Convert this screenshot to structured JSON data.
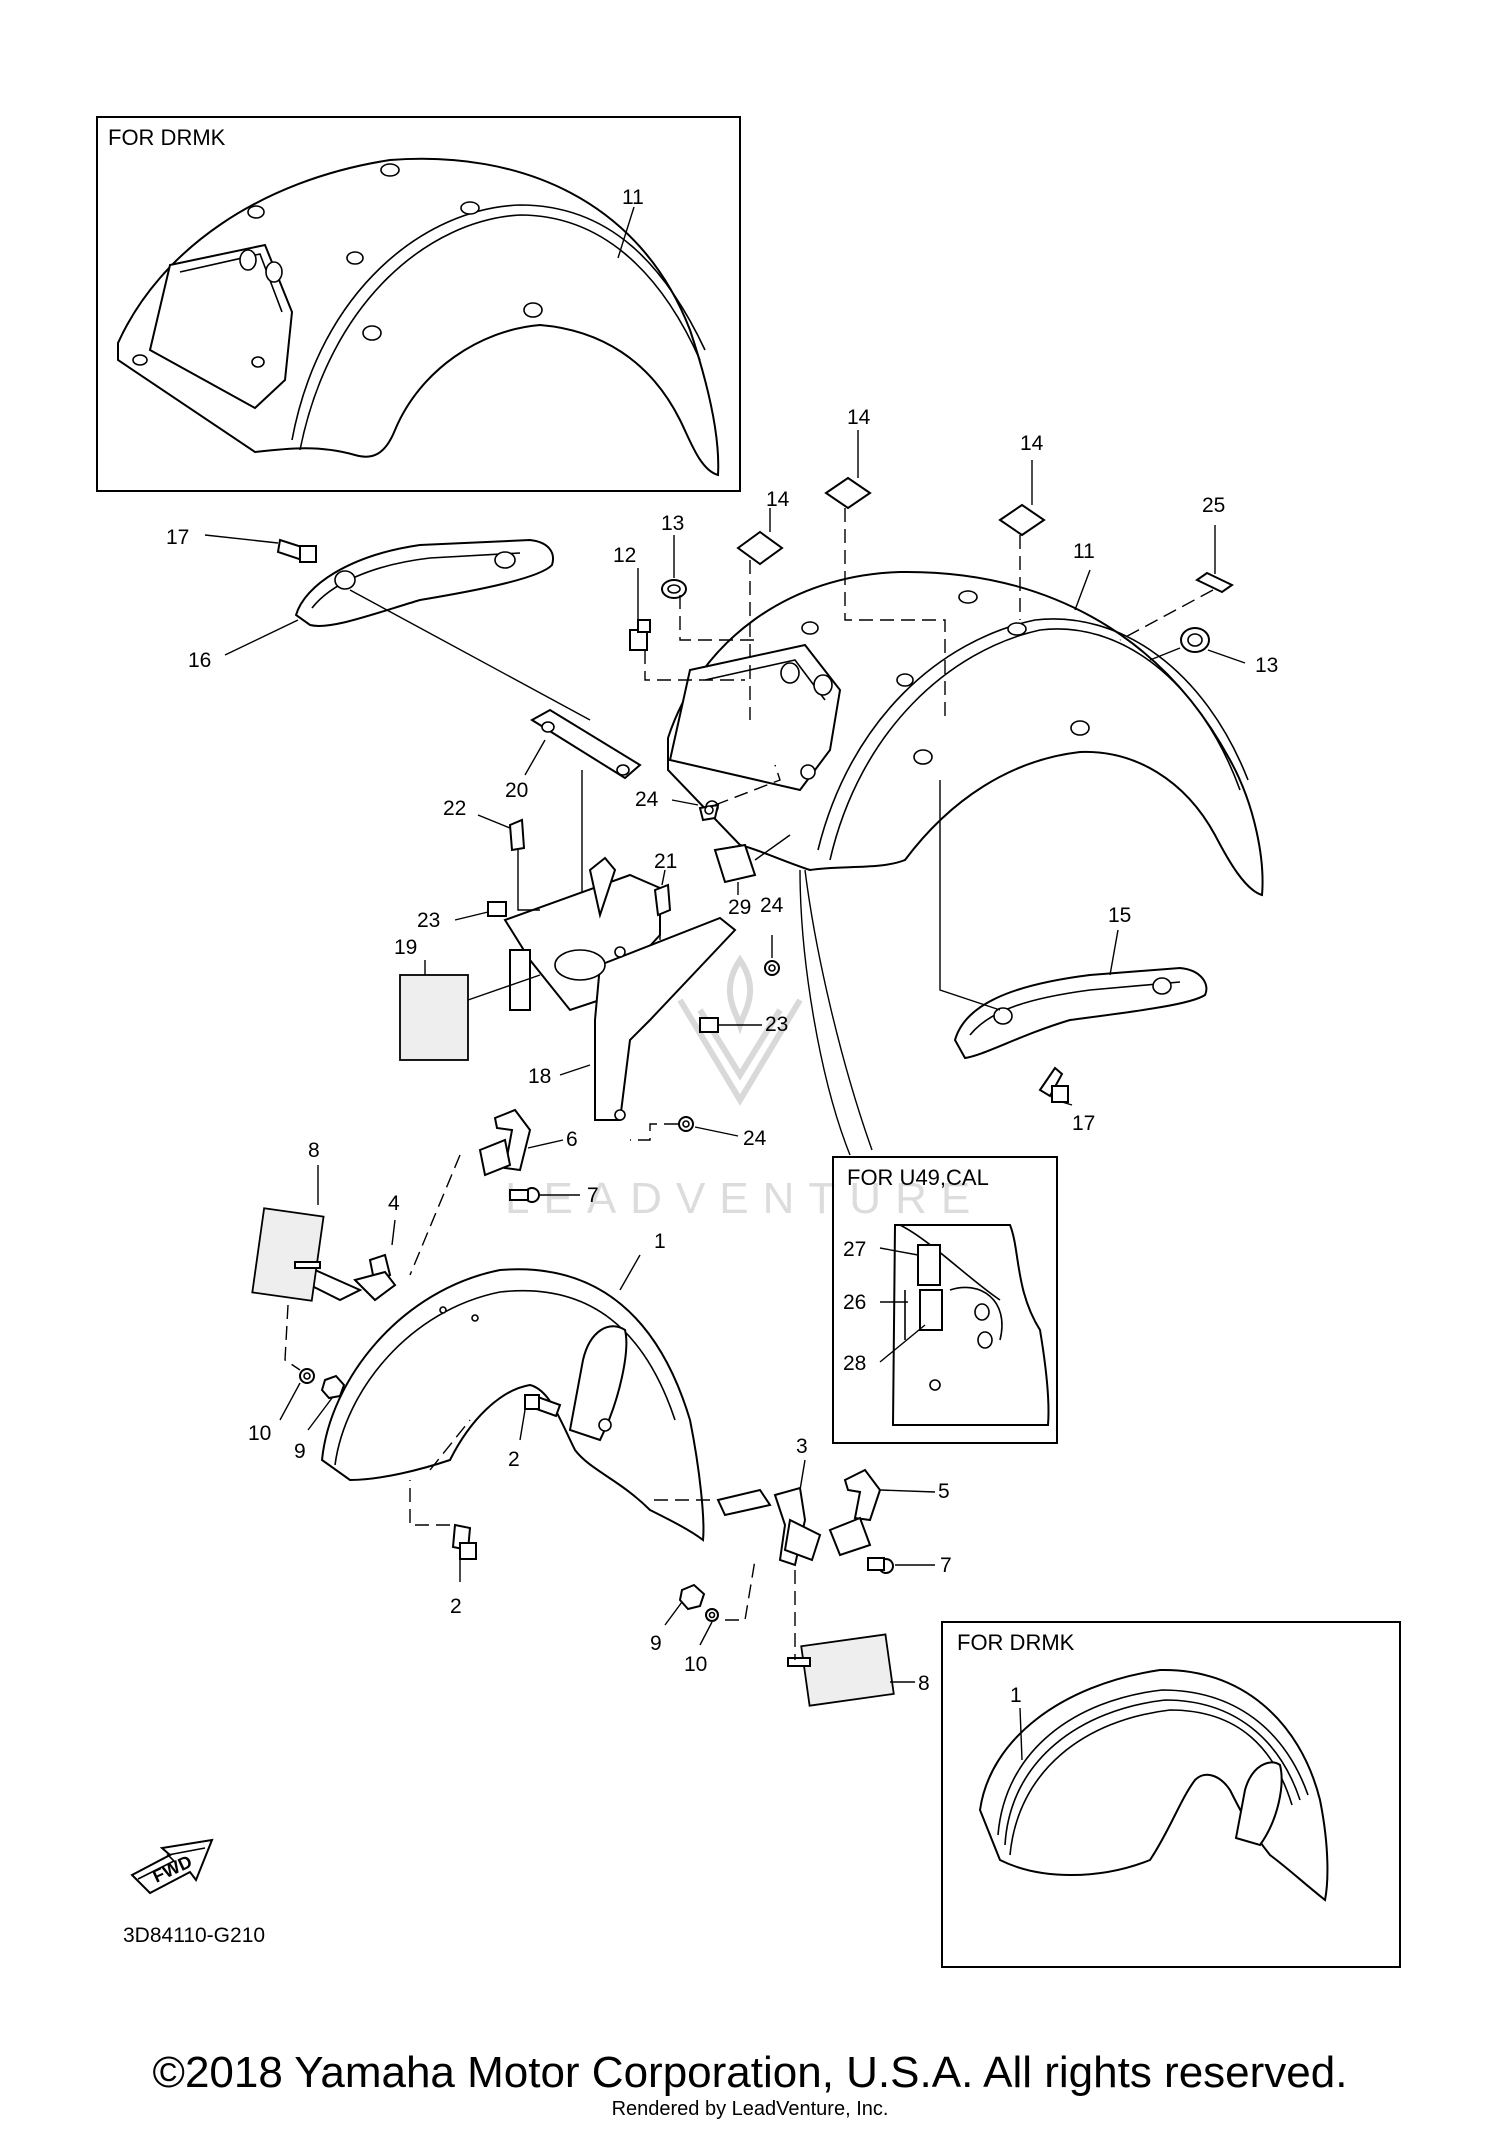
{
  "diagram": {
    "ref_code": "3D84110-G210",
    "fwd_label": "FWD",
    "inset_top": {
      "title": "FOR DRMK",
      "label": "11"
    },
    "inset_mid": {
      "title": "FOR U49,CAL",
      "labels": [
        "27",
        "26",
        "28"
      ]
    },
    "inset_bottom": {
      "title": "FOR DRMK",
      "label": "1"
    },
    "watermark": "LEADVENTURE",
    "callouts": {
      "c14a": "14",
      "c14b": "14",
      "c14c": "14",
      "c13a": "13",
      "c13b": "13",
      "c12": "12",
      "c25": "25",
      "c11": "11",
      "c17a": "17",
      "c17b": "17",
      "c16": "16",
      "c15": "15",
      "c20": "20",
      "c22": "22",
      "c21": "21",
      "c24a": "24",
      "c24b": "24",
      "c24c": "24",
      "c23a": "23",
      "c23b": "23",
      "c29": "29",
      "c19": "19",
      "c18": "18",
      "c6": "6",
      "c7a": "7",
      "c7b": "7",
      "c8a": "8",
      "c8b": "8",
      "c4": "4",
      "c1": "1",
      "c10a": "10",
      "c10b": "10",
      "c9a": "9",
      "c9b": "9",
      "c2a": "2",
      "c2b": "2",
      "c3": "3",
      "c5": "5"
    }
  },
  "footer": {
    "copyright": "©2018 Yamaha Motor Corporation, U.S.A. All rights reserved.",
    "rendered_by": "Rendered by LeadVenture, Inc."
  }
}
